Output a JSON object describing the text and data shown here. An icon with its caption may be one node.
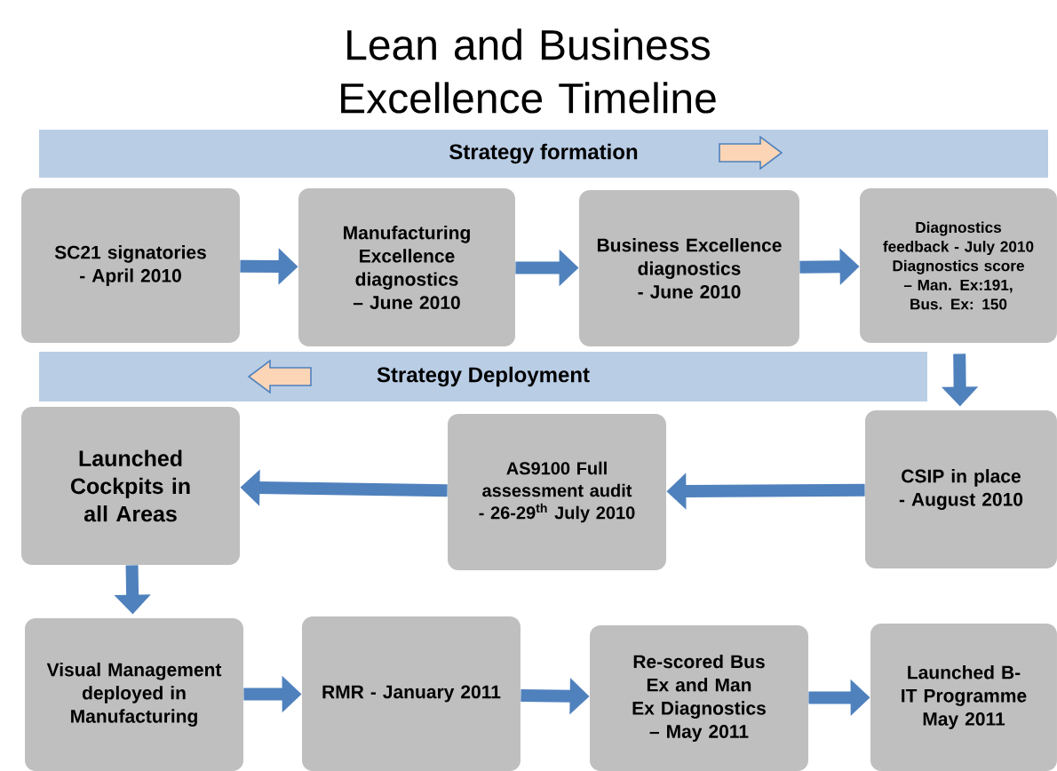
{
  "diagram": {
    "title": "Lean and Business Excellence Timeline",
    "nodes": [
      {
        "text": [
          "Strategy formation"
        ]
      },
      {
        "text": [
          "SC21 signatories - April 2010"
        ]
      },
      {
        "text": [
          "Manufacturing Excellence diagnostics – June 2010"
        ]
      },
      {
        "text": [
          "Business Excellence diagnostics - June 2010"
        ]
      },
      {
        "text": [
          "Diagnostics feedback - July 2010",
          "Diagnostics score – Man. Ex:191, Bus. Ex: 150"
        ]
      },
      {
        "text": [
          "Strategy Deployment"
        ]
      },
      {
        "text": [
          "Launched Cockpits in all Areas"
        ]
      },
      {
        "text": [
          "AS9100 Full assessment audit - 26-29$^{th}$ July 2010"
        ]
      },
      {
        "text": [
          "CSIP in place - August 2010"
        ]
      },
      {
        "text": [
          "Visual Management deployed in Manufacturing"
        ]
      },
      {
        "text": [
          "RMR - January 2011"
        ]
      },
      {
        "text": [
          "Re-scored Bus Ex and Man Ex Diagnostics – May 2011"
        ]
      },
      {
        "text": [
          "Launched B-IT Programme May 2011"
        ]
      }
    ],
    "edges": [
      {
        "from": 1,
        "to": 2,
        "arrow": "to"
      },
      {
        "from": 2,
        "to": 3,
        "arrow": "to"
      },
      {
        "from": 3,
        "to": 4,
        "arrow": "to"
      },
      {
        "from": 4,
        "to": 8,
        "arrow": "to"
      },
      {
        "from": 8,
        "to": 7,
        "arrow": "to"
      },
      {
        "from": 7,
        "to": 6,
        "arrow": "to"
      },
      {
        "from": 6,
        "to": 9,
        "arrow": "to"
      },
      {
        "from": 9,
        "to": 10,
        "arrow": "to"
      },
      {
        "from": 10,
        "to": 11,
        "arrow": "to"
      },
      {
        "from": 11,
        "to": 12,
        "arrow": "to"
      }
    ]
  }
}
